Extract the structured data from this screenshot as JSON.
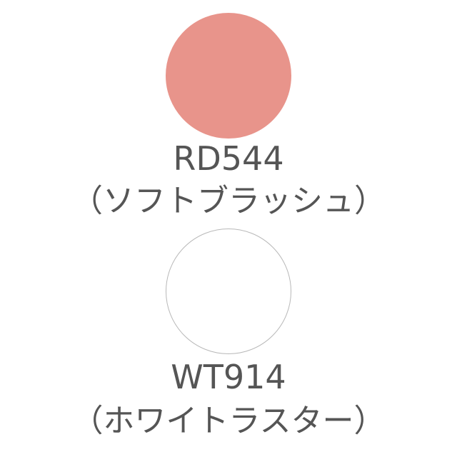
{
  "swatches": [
    {
      "code": "RD544",
      "name": "（ソフトブラッシュ）",
      "fill": "#e8948b",
      "border": "#e8948b"
    },
    {
      "code": "WT914",
      "name": "（ホワイトラスター）",
      "fill": "#ffffff",
      "border": "#b8b8b8"
    }
  ]
}
